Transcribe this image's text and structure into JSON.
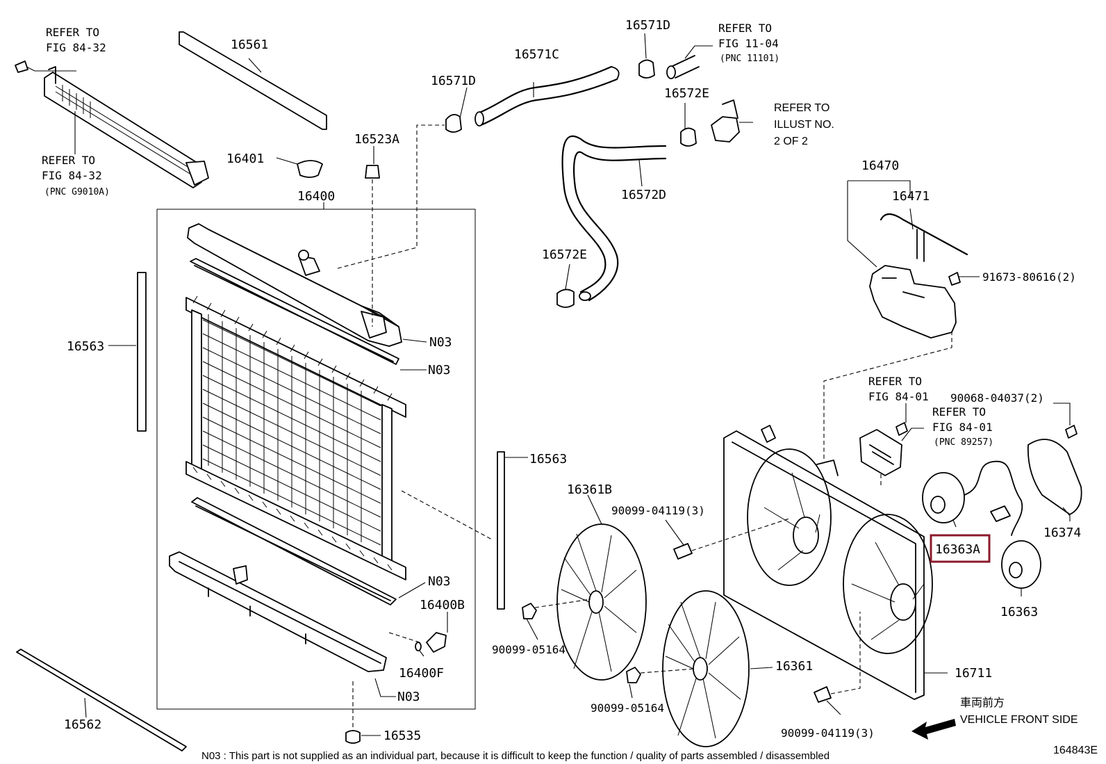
{
  "diagram": {
    "figure_id": "164843E",
    "footnote": "N03 : This part is not supplied as an individual part, because it is difficult to keep the function / quality of parts assembled / disassembled",
    "direction": {
      "japanese": "車両前方",
      "english": "VEHICLE FRONT SIDE"
    },
    "highlighted_part": "16363A",
    "part_labels": {
      "p16561": "16561",
      "p16571C": "16571C",
      "p16571D_top": "16571D",
      "p16571D_left": "16571D",
      "p16572E_top": "16572E",
      "p16572E_bottom": "16572E",
      "p16572D": "16572D",
      "p16523A": "16523A",
      "p16401": "16401",
      "p16400": "16400",
      "p16470": "16470",
      "p16471": "16471",
      "p91673": "91673-80616(2)",
      "p16563_left": "16563",
      "p16563_right": "16563",
      "n03_1": "N03",
      "n03_2": "N03",
      "n03_3": "N03",
      "n03_4": "N03",
      "p16400B": "16400B",
      "p16400F": "16400F",
      "p16535": "16535",
      "p16562": "16562",
      "p16361B": "16361B",
      "p90099_04119_top": "90099-04119(3)",
      "p90099_04119_bottom": "90099-04119(3)",
      "p90099_05164_left": "90099-05164",
      "p90099_05164_mid": "90099-05164",
      "p16361": "16361",
      "p16711": "16711",
      "p16363A": "16363A",
      "p16363": "16363",
      "p16374": "16374",
      "p90068": "90068-04037(2)"
    },
    "references": {
      "ref_top_left": {
        "line1": "REFER TO",
        "line2": "FIG 84-32"
      },
      "ref_left_mid": {
        "line1": "REFER TO",
        "line2": "FIG 84-32",
        "pnc": "(PNC G9010A)"
      },
      "ref_top_right": {
        "line1": "REFER TO",
        "line2": "FIG 11-04",
        "pnc": "(PNC 11101)"
      },
      "ref_illust": {
        "line1": "REFER TO",
        "line2": "ILLUST NO.",
        "line3": "2 OF 2"
      },
      "ref_84_01_a": {
        "line1": "REFER TO",
        "line2": "FIG 84-01"
      },
      "ref_84_01_b": {
        "line1": "REFER TO",
        "line2": "FIG 84-01",
        "pnc": "(PNC 89257)"
      }
    }
  }
}
